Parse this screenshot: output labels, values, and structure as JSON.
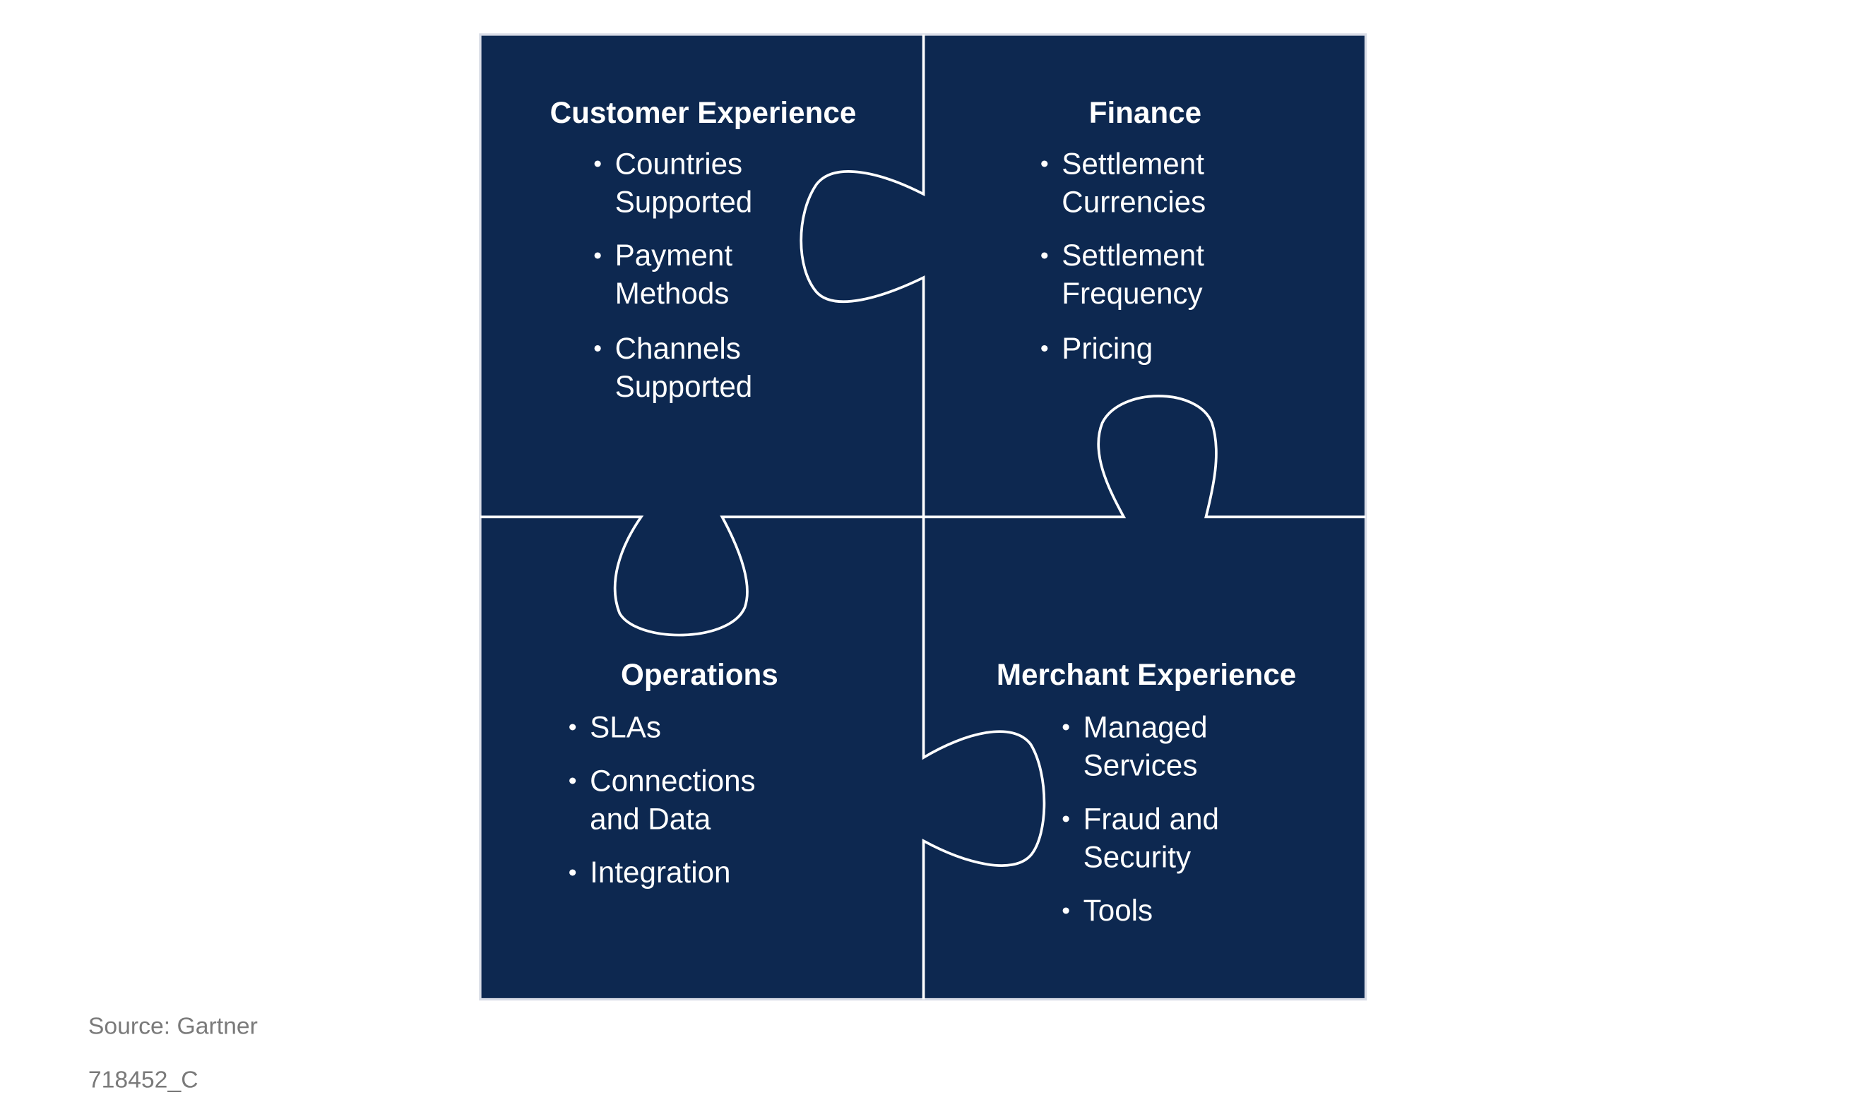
{
  "colors": {
    "panel": "#0d2850",
    "line": "#ffffff",
    "footer_text": "#7a7a7a"
  },
  "quadrants": {
    "customer": {
      "title": "Customer Experience",
      "items": [
        [
          "Countries",
          "Supported"
        ],
        [
          "Payment",
          "Methods"
        ],
        [
          "Channels",
          "Supported"
        ]
      ]
    },
    "finance": {
      "title": "Finance",
      "items": [
        [
          "Settlement",
          "Currencies"
        ],
        [
          "Settlement",
          "Frequency"
        ],
        [
          "Pricing"
        ]
      ]
    },
    "operations": {
      "title": "Operations",
      "items": [
        [
          "SLAs"
        ],
        [
          "Connections",
          "and Data"
        ],
        [
          "Integration"
        ]
      ]
    },
    "merchant": {
      "title": "Merchant Experience",
      "items": [
        [
          "Managed",
          "Services"
        ],
        [
          "Fraud and",
          "Security"
        ],
        [
          "Tools"
        ]
      ]
    }
  },
  "bullet": "•",
  "footer": {
    "source": "Source: Gartner",
    "id": "718452_C"
  }
}
